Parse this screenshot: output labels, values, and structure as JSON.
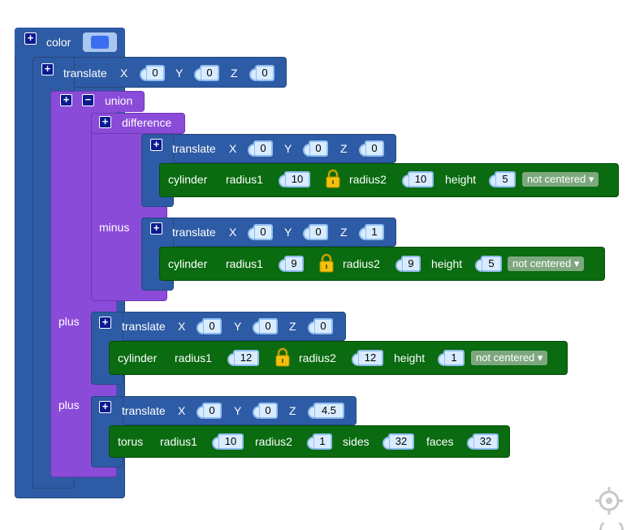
{
  "color_block": {
    "label": "color",
    "swatch_color": "#3c6cf0"
  },
  "outer_translate": {
    "label": "translate",
    "x_label": "X",
    "x": "0",
    "y_label": "Y",
    "y": "0",
    "z_label": "Z",
    "z": "0"
  },
  "union": {
    "label": "union"
  },
  "difference": {
    "label": "difference",
    "minus_label": "minus"
  },
  "t1": {
    "label": "translate",
    "x_label": "X",
    "x": "0",
    "y_label": "Y",
    "y": "0",
    "z_label": "Z",
    "z": "0"
  },
  "cyl1": {
    "label": "cylinder",
    "r1_label": "radius1",
    "r1": "10",
    "r2_label": "radius2",
    "r2": "10",
    "h_label": "height",
    "h": "5",
    "center": "not centered ▾"
  },
  "t2": {
    "label": "translate",
    "x_label": "X",
    "x": "0",
    "y_label": "Y",
    "y": "0",
    "z_label": "Z",
    "z": "1"
  },
  "cyl2": {
    "label": "cylinder",
    "r1_label": "radius1",
    "r1": "9",
    "r2_label": "radius2",
    "r2": "9",
    "h_label": "height",
    "h": "5",
    "center": "not centered ▾"
  },
  "plus_label": "plus",
  "t3": {
    "label": "translate",
    "x_label": "X",
    "x": "0",
    "y_label": "Y",
    "y": "0",
    "z_label": "Z",
    "z": "0"
  },
  "cyl3": {
    "label": "cylinder",
    "r1_label": "radius1",
    "r1": "12",
    "r2_label": "radius2",
    "r2": "12",
    "h_label": "height",
    "h": "1",
    "center": "not centered ▾"
  },
  "t4": {
    "label": "translate",
    "x_label": "X",
    "x": "0",
    "y_label": "Y",
    "y": "0",
    "z_label": "Z",
    "z": "4.5"
  },
  "torus": {
    "label": "torus",
    "r1_label": "radius1",
    "r1": "10",
    "r2_label": "radius2",
    "r2": "1",
    "sides_label": "sides",
    "sides": "32",
    "faces_label": "faces",
    "faces": "32"
  },
  "icons": {
    "expand": "+",
    "collapse": "−",
    "lock": "lock-icon",
    "recenter": "target-icon"
  }
}
